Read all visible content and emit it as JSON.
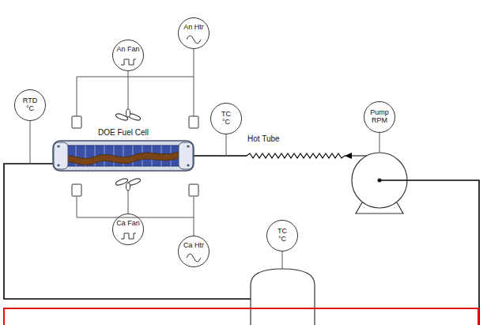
{
  "diagram": {
    "nodes": [
      {
        "text": [
          "An Htr"
        ]
      },
      {
        "text": [
          "Pump",
          "RPM"
        ]
      },
      {
        "text": [
          "An Fan"
        ]
      },
      {
        "text": [
          "RTD",
          "°C"
        ]
      },
      {
        "text": [
          "TC",
          "°C"
        ]
      },
      {
        "text": [
          "DOE Fuel Cell"
        ]
      },
      {
        "text": [
          "Ca Fan"
        ]
      },
      {
        "text": [
          "TC",
          "°C"
        ]
      },
      {
        "text": [
          "Ca Htr"
        ]
      }
    ],
    "labels": [
      "Hot Tube"
    ]
  }
}
